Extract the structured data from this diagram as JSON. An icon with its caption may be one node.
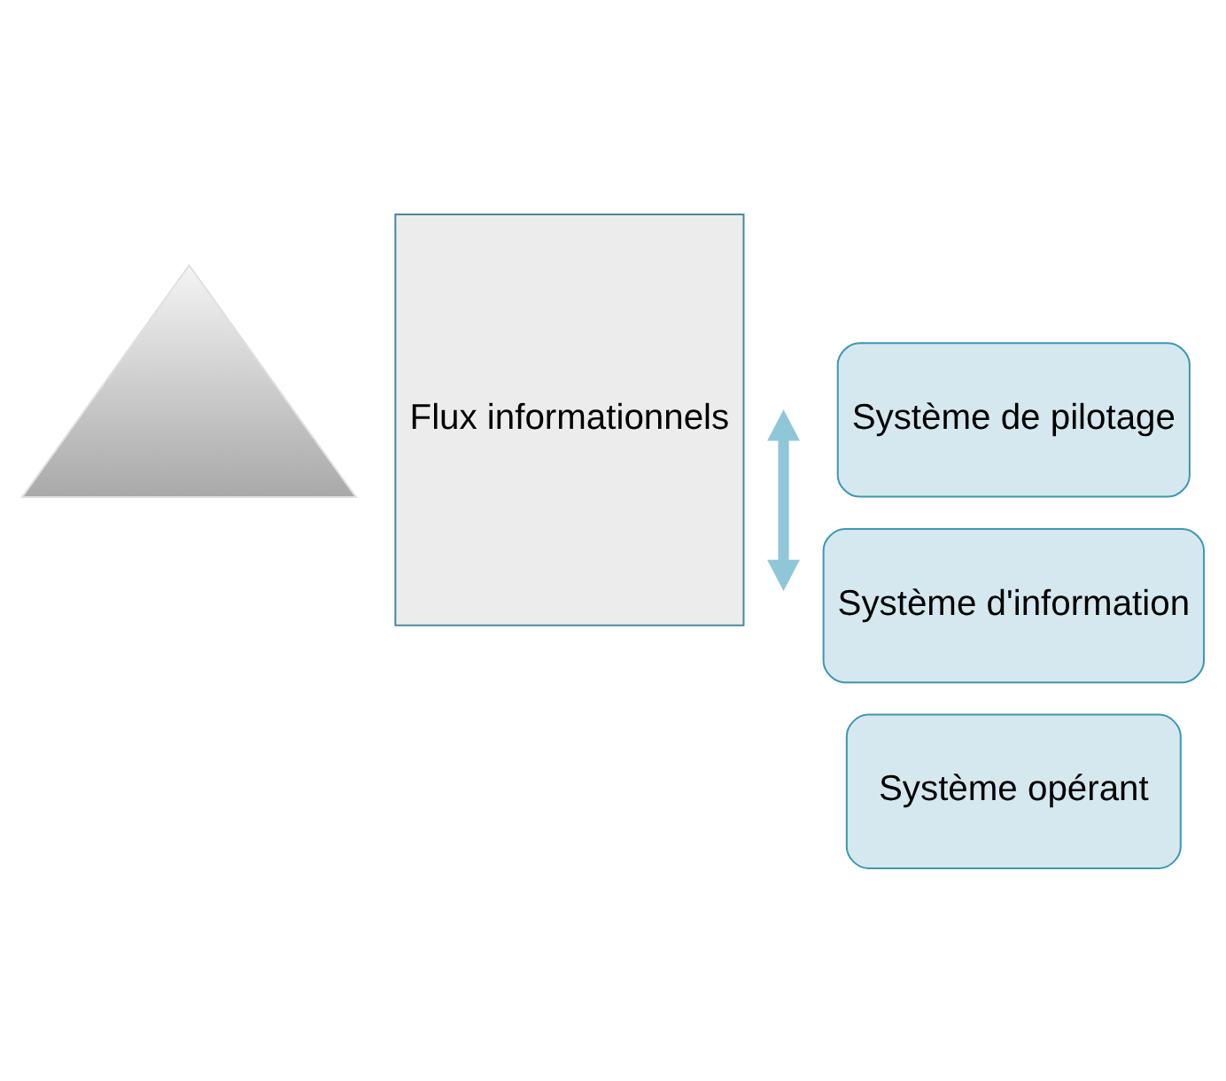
{
  "diagram": {
    "nodes": [
      {
        "text": [],
        "shape": "triangle"
      },
      {
        "text": [
          "Flux informationnels"
        ]
      },
      {
        "text": [
          "Système de pilotage"
        ]
      },
      {
        "text": [
          "Système d'information"
        ]
      },
      {
        "text": [
          "Système opérant"
        ]
      }
    ],
    "edges": []
  }
}
